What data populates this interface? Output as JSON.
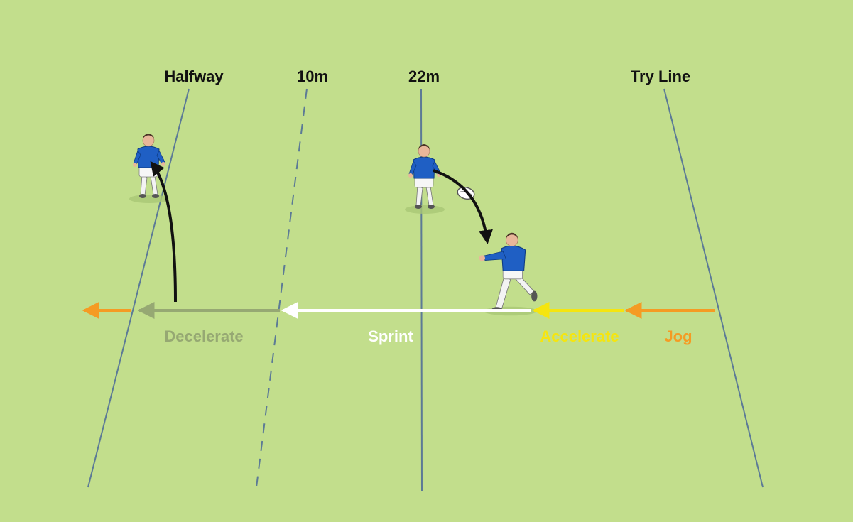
{
  "lines": {
    "halfway": "Halfway",
    "ten": "10m",
    "twentytwo": "22m",
    "tryline": "Try Line"
  },
  "phases": {
    "decelerate": "Decelerate",
    "sprint": "Sprint",
    "accelerate": "Accelerate",
    "jog": "Jog"
  },
  "colors": {
    "field": "#c2de8c",
    "line": "#5c7a96",
    "text": "#111111",
    "decelerate": "#96a873",
    "sprint": "#ffffff",
    "accelerate": "#f5e50f",
    "jog": "#f59b23",
    "jersey": "#1f5fc4",
    "pass": "#111111"
  },
  "icons": {
    "player": "rugby-player-icon",
    "ball": "rugby-ball-icon"
  }
}
